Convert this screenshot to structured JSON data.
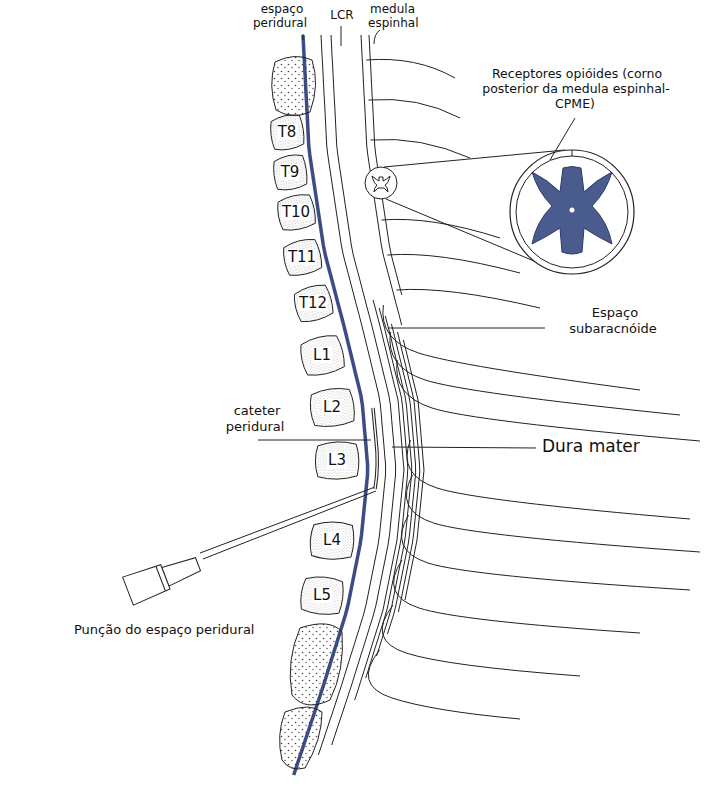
{
  "diagram": {
    "nodes": [
      {
        "text": [
          "T8"
        ]
      },
      {
        "text": [
          "T9"
        ]
      },
      {
        "text": [
          "T10"
        ]
      },
      {
        "text": [
          "T11"
        ]
      },
      {
        "text": [
          "T12"
        ]
      },
      {
        "text": [
          "L1"
        ]
      },
      {
        "text": [
          "L2"
        ]
      },
      {
        "text": [
          "L3"
        ]
      },
      {
        "text": [
          "L4"
        ]
      },
      {
        "text": [
          "L5"
        ]
      }
    ],
    "labels": [
      "espaço peridural",
      "LCR",
      "medula espinhal",
      "Receptores opióides (corno posterior da medula espinhal- CPME)",
      "Espaço subaracnóide",
      "cateter peridural",
      "Dura mater",
      "Punção do espaço peridural"
    ]
  }
}
